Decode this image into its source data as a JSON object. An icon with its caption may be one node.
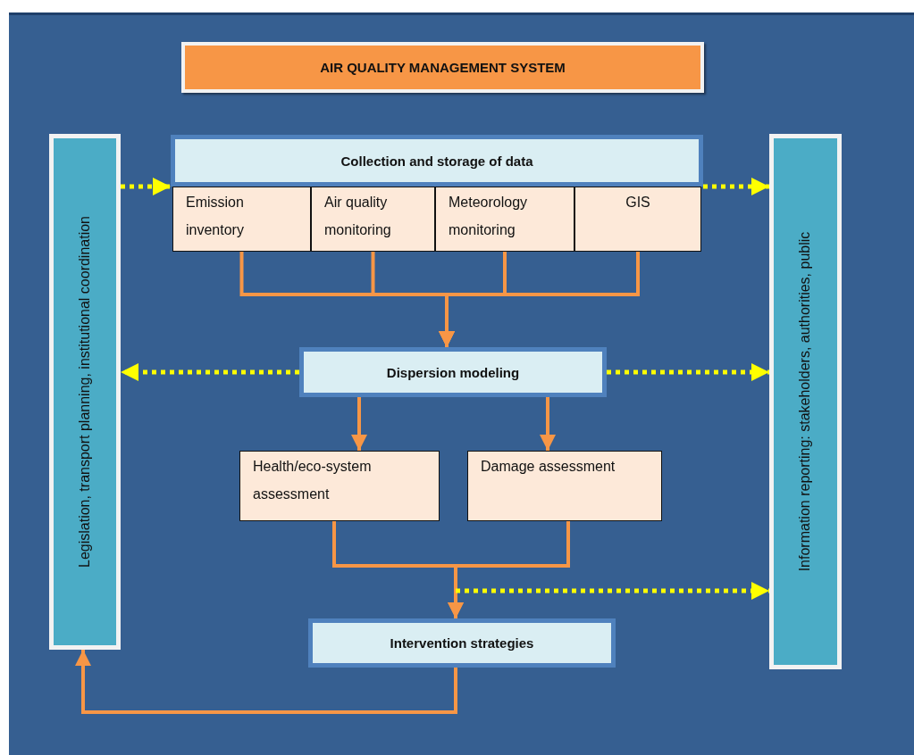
{
  "diagram": {
    "title": "AIR QUALITY MANAGEMENT SYSTEM",
    "nodes": [
      {
        "text": [
          "Legislation, transport planning, institutional coordination"
        ]
      },
      {
        "text": [
          "Collection and storage of data"
        ]
      },
      {
        "text": [
          "Emission inventory"
        ]
      },
      {
        "text": [
          "Air quality monitoring"
        ]
      },
      {
        "text": [
          "Meteorology monitoring"
        ]
      },
      {
        "text": [
          "GIS"
        ]
      },
      {
        "text": [
          "Dispersion modeling"
        ]
      },
      {
        "text": [
          "Health/eco-system assessment"
        ]
      },
      {
        "text": [
          "Damage assessment"
        ]
      },
      {
        "text": [
          "Intervention strategies"
        ]
      },
      {
        "text": [
          "Information reporting: stakeholders, authorities, public"
        ]
      }
    ],
    "edges": [
      {
        "from": 0,
        "to": 1,
        "arrow": "to",
        "style": "dashed",
        "color": "#ffff00"
      },
      {
        "from": 1,
        "to": 10,
        "arrow": "to",
        "style": "dashed",
        "color": "#ffff00"
      },
      {
        "from": 2,
        "to": 6,
        "arrow": "to"
      },
      {
        "from": 3,
        "to": 6,
        "arrow": "to"
      },
      {
        "from": 4,
        "to": 6,
        "arrow": "to"
      },
      {
        "from": 5,
        "to": 6,
        "arrow": "to"
      },
      {
        "from": 6,
        "to": 0,
        "arrow": "to",
        "style": "dashed",
        "color": "#ffff00"
      },
      {
        "from": 6,
        "to": 10,
        "arrow": "to",
        "style": "dashed",
        "color": "#ffff00"
      },
      {
        "from": 6,
        "to": 7,
        "arrow": "to"
      },
      {
        "from": 6,
        "to": 8,
        "arrow": "to"
      },
      {
        "from": 7,
        "to": 9,
        "arrow": "to"
      },
      {
        "from": 8,
        "to": 9,
        "arrow": "to"
      },
      {
        "from": null,
        "to": 10,
        "arrow": "to",
        "style": "dashed",
        "color": "#ffff00"
      },
      {
        "from": 9,
        "to": 0,
        "arrow": "to"
      }
    ]
  }
}
